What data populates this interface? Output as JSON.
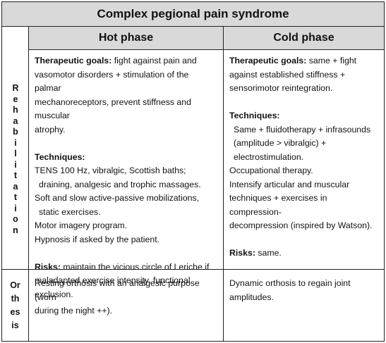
{
  "title": "Complex pegional pain syndrome",
  "columns": {
    "hot": "Hot phase",
    "cold": "Cold phase"
  },
  "rows": {
    "rehabilitation": {
      "label_letters": [
        "R",
        "e",
        "h",
        "a",
        "b",
        "i",
        "l",
        "i",
        "t",
        "a",
        "t",
        "i",
        "o",
        "n"
      ],
      "hot": {
        "goals_label": "Therapeutic goals:",
        "goals_lines": [
          " fight against pain and",
          "vasomotor disorders + stimulation of the palmar",
          "mechanoreceptors, prevent stiffness and muscular",
          "atrophy."
        ],
        "techniques_label": "Techniques:",
        "techniques_lines": [
          "TENS 100 Hz, vibralgic, Scottish baths;",
          "draining, analgesic and trophic massages.",
          "Soft and slow active-passive mobilizations,",
          "static exercises.",
          "Motor imagery program.",
          "Hypnosis if asked by the patient."
        ],
        "risks_label": "Risks:",
        "risks_lines": [
          " maintain the vicious circle of Leriche if",
          "maladapted exercise intensity, functional",
          "exclusion."
        ]
      },
      "cold": {
        "goals_label": "Therapeutic goals:",
        "goals_lines": [
          " same + fight",
          "against established stiffness +",
          "sensorimotor reintegration."
        ],
        "techniques_label": "Techniques:",
        "techniques_lines": [
          "Same + fluidotherapy + infrasounds",
          "(amplitude > vibralgic) +",
          "electrostimulation.",
          "Occupational therapy.",
          "Intensify articular and muscular",
          "techniques + exercises in compression-",
          "decompression (inspired by Watson)."
        ],
        "risks_label": "Risks:",
        "risks_text": " same."
      }
    },
    "orthesis": {
      "label_parts": [
        "Or",
        "th",
        "es",
        "is"
      ],
      "hot_lines": [
        "Resting orthosis with an analgesic purpose (worn",
        "during the night ++)."
      ],
      "cold_lines": [
        "Dynamic orthosis to regain joint",
        "amplitudes."
      ]
    }
  }
}
